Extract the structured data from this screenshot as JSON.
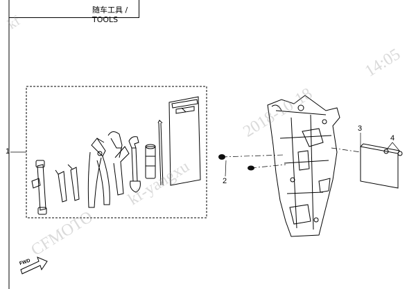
{
  "header": {
    "title": "随车工具 / TOOLS"
  },
  "callouts": {
    "c1": "1",
    "c2": "2",
    "c3": "3",
    "c4": "4"
  },
  "arrow": {
    "label": "FWD"
  },
  "watermark": {
    "brand": "CFMOTO",
    "user": "kf-yangxu",
    "date": "2018-10-18",
    "time": "14:05",
    "corner": "kf"
  }
}
